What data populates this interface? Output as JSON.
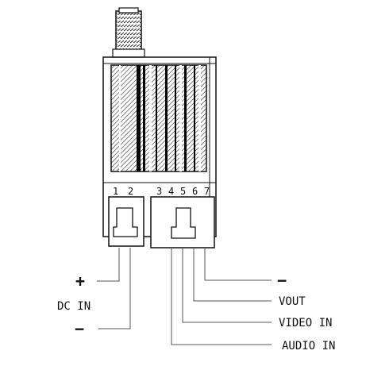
{
  "pins": [
    "1",
    "2",
    "3",
    "4",
    "5",
    "6",
    "7"
  ],
  "dc": {
    "plus": "+",
    "label": "DC IN",
    "minus": "−"
  },
  "outputs": {
    "ground": "−",
    "vout": "VOUT",
    "video_in": "VIDEO IN",
    "audio_in": "AUDIO IN"
  }
}
